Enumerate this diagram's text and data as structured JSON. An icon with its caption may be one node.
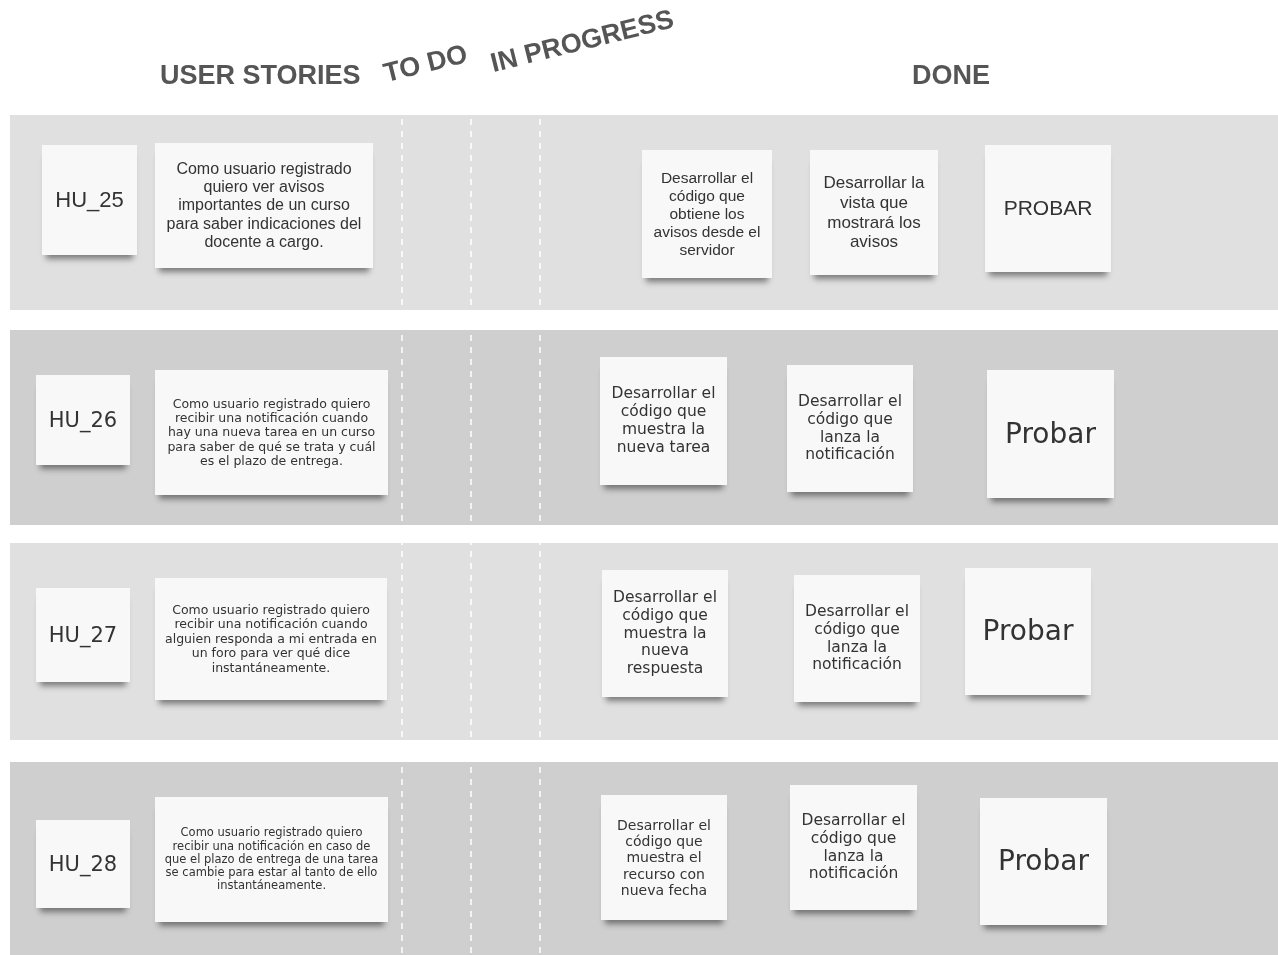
{
  "diagram": {
    "nodes": [
      {
        "text": [],
        "shape": "bar"
      },
      {
        "text": [
          "HU_25"
        ],
        "in": 0
      },
      {
        "text": [
          "Como usuario registrado quiero ver avisos importantes de un curso para saber indicaciones del docente a cargo."
        ],
        "in": 0
      },
      {
        "text": [
          "Desarrollar el código que obtiene los avisos desde el servidor"
        ],
        "in": 0
      },
      {
        "text": [
          "Desarrollar la vista que mostrará los avisos"
        ],
        "in": 0
      },
      {
        "text": [
          "PROBAR"
        ],
        "in": 0
      },
      {
        "text": [],
        "shape": "bar"
      },
      {
        "text": [
          "HU_26"
        ],
        "in": 6
      },
      {
        "text": [
          "Como usuario registrado quiero recibir una notificación cuando hay una nueva tarea en un curso para saber de qué se trata y cuál es el plazo de entrega."
        ],
        "in": 6
      },
      {
        "text": [
          "Desarrollar el código que muestra la nueva tarea"
        ],
        "in": 6
      },
      {
        "text": [
          "Desarrollar el código que lanza la notificación"
        ],
        "in": 6
      },
      {
        "text": [
          "Probar"
        ],
        "in": 6
      },
      {
        "text": [],
        "shape": "bar"
      },
      {
        "text": [
          "HU_27"
        ],
        "in": 12
      },
      {
        "text": [
          "Como usuario registrado quiero recibir una notificación cuando alguien responda a mi entrada en un foro para ver qué dice instantáneamente."
        ],
        "in": 12
      },
      {
        "text": [
          "Desarrollar el código que muestra la nueva respuesta"
        ],
        "in": 12
      },
      {
        "text": [
          "Desarrollar el código que lanza la notificación"
        ],
        "in": 12
      },
      {
        "text": [
          "Probar"
        ],
        "in": 12
      },
      {
        "text": [],
        "shape": "bar"
      },
      {
        "text": [
          "HU_28"
        ],
        "in": 18
      },
      {
        "text": [
          "Como usuario registrado quiero recibir una notificación en caso de que el plazo de entrega de una tarea se cambie para estar al tanto de ello instantáneamente."
        ],
        "in": 18
      },
      {
        "text": [
          "Desarrollar el código que muestra el recurso con nueva fecha"
        ],
        "in": 18
      },
      {
        "text": [
          "Desarrollar el código que lanza la notificación"
        ],
        "in": 18
      },
      {
        "text": [
          "Probar"
        ],
        "in": 18
      }
    ],
    "labels": [
      "USER STORIES",
      "TO DO",
      "IN PROGRESS",
      "DONE"
    ]
  }
}
